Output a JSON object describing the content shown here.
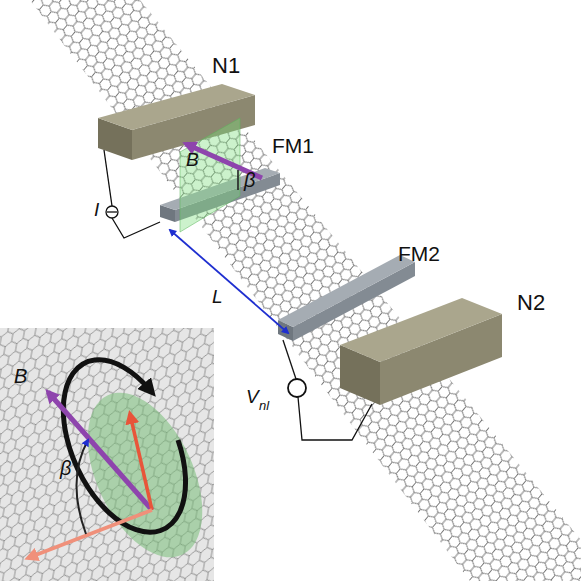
{
  "diagram": {
    "labels": [
      "N1",
      "FM1",
      "B",
      "β",
      "I",
      "L",
      "FM2",
      "V",
      "nl",
      "N2",
      "B",
      "β"
    ]
  }
}
